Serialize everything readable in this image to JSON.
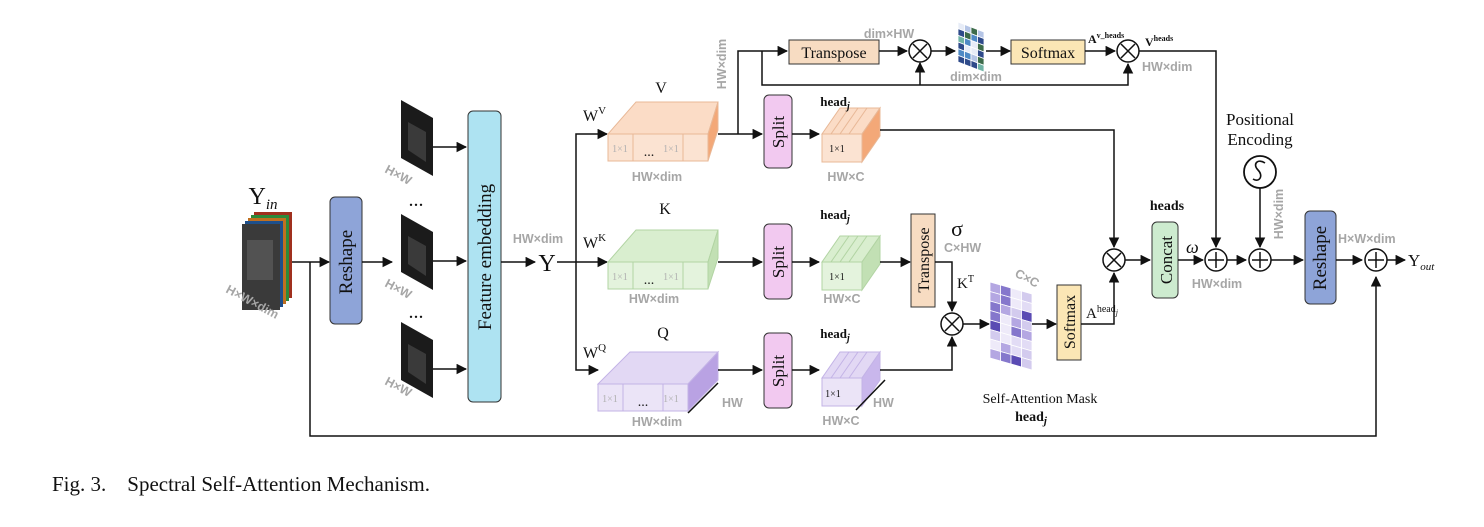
{
  "caption": "Fig. 3.    Spectral Self-Attention Mechanism.",
  "colors": {
    "v_block": "#f7c7a6",
    "k_block": "#cfe7c4",
    "q_block": "#d8ccef",
    "split": "#f2c9f0",
    "reshape": "#8ea4d8",
    "feature_embedding": "#aee3f2",
    "transpose": "#f7dcc2",
    "softmax": "#fbe6b5",
    "concat": "#cdebcf"
  },
  "input": {
    "label_main": "Y",
    "label_sub": "in",
    "dim": "H×W×dim"
  },
  "reshape_label": "Reshape",
  "frames": {
    "dim": "H×W",
    "ellipsis": "..."
  },
  "feature_embedding_label": "Feature embedding",
  "y_node": {
    "label": "Y",
    "dim": "HW×dim"
  },
  "branches": {
    "v": {
      "weight_main": "W",
      "weight_sup": "V",
      "title": "V",
      "dim": "HW×dim",
      "side_dim": "HW×dim",
      "cell": "1×1",
      "dots": "..."
    },
    "k": {
      "weight_main": "W",
      "weight_sup": "K",
      "title": "K",
      "dim": "HW×dim",
      "cell": "1×1",
      "dots": "..."
    },
    "q": {
      "weight_main": "W",
      "weight_sup": "Q",
      "title": "Q",
      "dim": "HW×dim",
      "edge_dim": "HW",
      "cell": "1×1",
      "dots": "..."
    }
  },
  "split_label": "Split",
  "heads": {
    "label_main": "head",
    "label_sub": "j",
    "cell": "1×1",
    "dim": "HW×C",
    "q_edge": "HW"
  },
  "transpose_label": "Transpose",
  "sigma": {
    "symbol": "σ",
    "dim": "C×HW",
    "kt_main": "K",
    "kt_sup": "T"
  },
  "mask": {
    "dim": "C×C",
    "title": "Self-Attention Mask",
    "head_main": "head",
    "head_sub": "j"
  },
  "softmax_label": "Softmax",
  "attention": {
    "main": "A",
    "sup": "head",
    "sub": "j"
  },
  "top_path": {
    "transpose_label": "Transpose",
    "dim_top": "dim×HW",
    "dim_bottom": "dim×dim",
    "softmax_label": "Softmax",
    "a_main": "A",
    "a_sup": "v_heads",
    "v_main": "V",
    "v_sup": "heads",
    "v_dim": "HW×dim"
  },
  "concat": {
    "heads_label": "heads",
    "label": "Concat",
    "omega": "ω",
    "dim": "HW×dim"
  },
  "positional": {
    "line1": "Positional",
    "line2": "Encoding",
    "dim": "HW×dim"
  },
  "reshape2": {
    "label": "Reshape",
    "dim": "H×W×dim"
  },
  "output": {
    "main": "Y",
    "sub": "out"
  }
}
